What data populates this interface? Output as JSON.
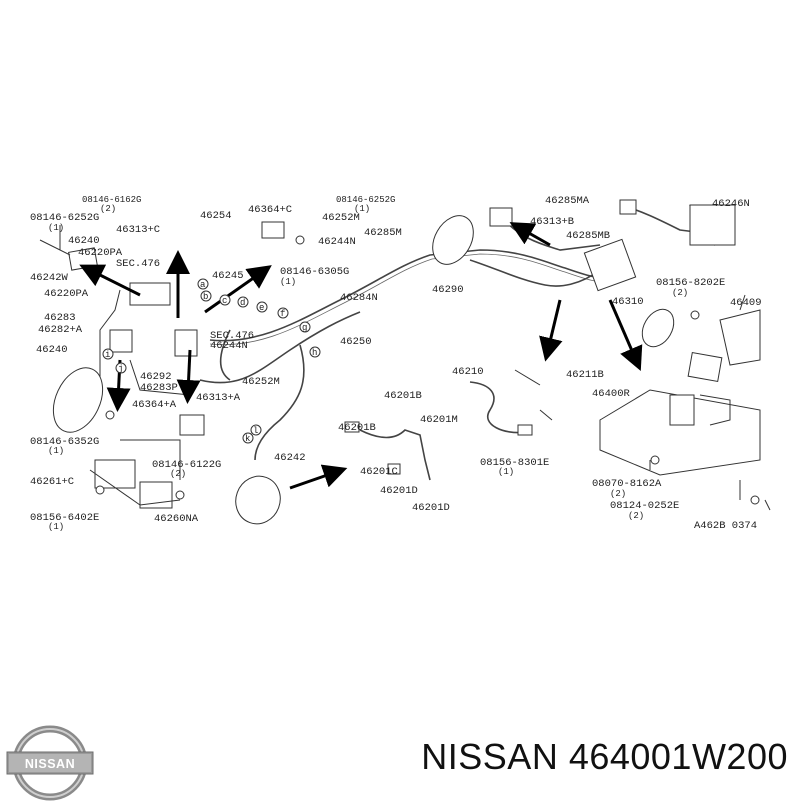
{
  "diagram": {
    "drawing_code": "A462B 0374",
    "labels": [
      {
        "id": "l1",
        "text": "08146-6162G"
      },
      {
        "id": "l2",
        "text": "(2)"
      },
      {
        "id": "l3",
        "text": "08146-6252G"
      },
      {
        "id": "l4",
        "text": "(1)"
      },
      {
        "id": "l5",
        "text": "46313+C"
      },
      {
        "id": "l6",
        "text": "46240"
      },
      {
        "id": "l7",
        "text": "46220PA"
      },
      {
        "id": "l8",
        "text": "46242W"
      },
      {
        "id": "l9",
        "text": "SEC.476"
      },
      {
        "id": "l10",
        "text": "46220PA"
      },
      {
        "id": "l11",
        "text": "46254"
      },
      {
        "id": "l12",
        "text": "46364+C"
      },
      {
        "id": "l13",
        "text": "46252M"
      },
      {
        "id": "l14",
        "text": "46244N"
      },
      {
        "id": "l15",
        "text": "46285M"
      },
      {
        "id": "l16",
        "text": "08146-6252G"
      },
      {
        "id": "l17",
        "text": "(1)"
      },
      {
        "id": "l18",
        "text": "46313+B"
      },
      {
        "id": "l19",
        "text": "46285MA"
      },
      {
        "id": "l20",
        "text": "46246N"
      },
      {
        "id": "l21",
        "text": "46285MB"
      },
      {
        "id": "l22",
        "text": "46245"
      },
      {
        "id": "l23",
        "text": "08146-6305G"
      },
      {
        "id": "l24",
        "text": "(1)"
      },
      {
        "id": "l25",
        "text": "46284N"
      },
      {
        "id": "l26",
        "text": "46290"
      },
      {
        "id": "l27",
        "text": "08156-8202E"
      },
      {
        "id": "l28",
        "text": "(2)"
      },
      {
        "id": "l29",
        "text": "46409"
      },
      {
        "id": "l30",
        "text": "46310"
      },
      {
        "id": "l31",
        "text": "46283"
      },
      {
        "id": "l32",
        "text": "46282+A"
      },
      {
        "id": "l33",
        "text": "SEC.476"
      },
      {
        "id": "l34",
        "text": "46244N"
      },
      {
        "id": "l35",
        "text": "46250"
      },
      {
        "id": "l36",
        "text": "46240"
      },
      {
        "id": "l37",
        "text": "46292"
      },
      {
        "id": "l38",
        "text": "46283P"
      },
      {
        "id": "l39",
        "text": "46252M"
      },
      {
        "id": "l40",
        "text": "46210"
      },
      {
        "id": "l41",
        "text": "46211B"
      },
      {
        "id": "l42",
        "text": "46400R"
      },
      {
        "id": "l43",
        "text": "46364+A"
      },
      {
        "id": "l44",
        "text": "46313+A"
      },
      {
        "id": "l45",
        "text": "46201B"
      },
      {
        "id": "l46",
        "text": "46201B"
      },
      {
        "id": "l47",
        "text": "46201M"
      },
      {
        "id": "l48",
        "text": "08146-6352G"
      },
      {
        "id": "l49",
        "text": "(1)"
      },
      {
        "id": "l50",
        "text": "46242"
      },
      {
        "id": "l51",
        "text": "46201C"
      },
      {
        "id": "l52",
        "text": "08156-8301E"
      },
      {
        "id": "l53",
        "text": "(1)"
      },
      {
        "id": "l54",
        "text": "46261+C"
      },
      {
        "id": "l55",
        "text": "08146-6122G"
      },
      {
        "id": "l56",
        "text": "(2)"
      },
      {
        "id": "l57",
        "text": "46201D"
      },
      {
        "id": "l58",
        "text": "08070-8162A"
      },
      {
        "id": "l59",
        "text": "(2)"
      },
      {
        "id": "l60",
        "text": "08156-6402E"
      },
      {
        "id": "l61",
        "text": "(1)"
      },
      {
        "id": "l62",
        "text": "46260NA"
      },
      {
        "id": "l63",
        "text": "46201D"
      },
      {
        "id": "l64",
        "text": "08124-0252E"
      },
      {
        "id": "l65",
        "text": "(2)"
      }
    ],
    "callouts": [
      "a",
      "b",
      "c",
      "d",
      "e",
      "f",
      "g",
      "h",
      "i",
      "j",
      "k",
      "l"
    ]
  },
  "footer": {
    "logo_text": "NISSAN",
    "part_title": "NISSAN 464001W200"
  }
}
